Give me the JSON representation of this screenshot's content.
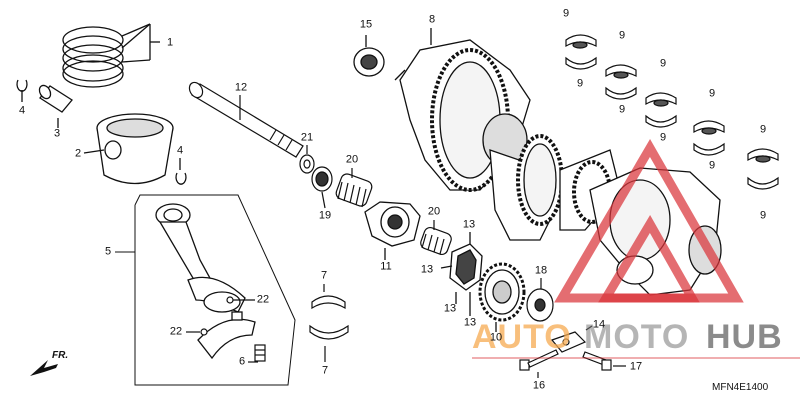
{
  "diagram": {
    "code": "MFN4E1400",
    "direction": "FR.",
    "callouts": [
      {
        "id": "c1",
        "label": "1"
      },
      {
        "id": "c2",
        "label": "2"
      },
      {
        "id": "c3",
        "label": "3"
      },
      {
        "id": "c4a",
        "label": "4"
      },
      {
        "id": "c4b",
        "label": "4"
      },
      {
        "id": "c5",
        "label": "5"
      },
      {
        "id": "c6",
        "label": "6"
      },
      {
        "id": "c7a",
        "label": "7"
      },
      {
        "id": "c7b",
        "label": "7"
      },
      {
        "id": "c8",
        "label": "8"
      },
      {
        "id": "c9a",
        "label": "9"
      },
      {
        "id": "c9b",
        "label": "9"
      },
      {
        "id": "c9c",
        "label": "9"
      },
      {
        "id": "c9d",
        "label": "9"
      },
      {
        "id": "c9e",
        "label": "9"
      },
      {
        "id": "c9f",
        "label": "9"
      },
      {
        "id": "c9g",
        "label": "9"
      },
      {
        "id": "c9h",
        "label": "9"
      },
      {
        "id": "c9i",
        "label": "9"
      },
      {
        "id": "c9j",
        "label": "9"
      },
      {
        "id": "c10",
        "label": "10"
      },
      {
        "id": "c11",
        "label": "11"
      },
      {
        "id": "c12",
        "label": "12"
      },
      {
        "id": "c13a",
        "label": "13"
      },
      {
        "id": "c13b",
        "label": "13"
      },
      {
        "id": "c13c",
        "label": "13"
      },
      {
        "id": "c13d",
        "label": "13"
      },
      {
        "id": "c14",
        "label": "14"
      },
      {
        "id": "c15",
        "label": "15"
      },
      {
        "id": "c16",
        "label": "16"
      },
      {
        "id": "c17",
        "label": "17"
      },
      {
        "id": "c18",
        "label": "18"
      },
      {
        "id": "c19",
        "label": "19"
      },
      {
        "id": "c20a",
        "label": "20"
      },
      {
        "id": "c20b",
        "label": "20"
      },
      {
        "id": "c21",
        "label": "21"
      },
      {
        "id": "c22a",
        "label": "22"
      },
      {
        "id": "c22b",
        "label": "22"
      }
    ]
  },
  "watermark": {
    "part1": "AUTO",
    "part2": "MOTO",
    "part3": "HUB",
    "accent_red": "#d9343a",
    "accent_orange": "#f5a84e"
  }
}
